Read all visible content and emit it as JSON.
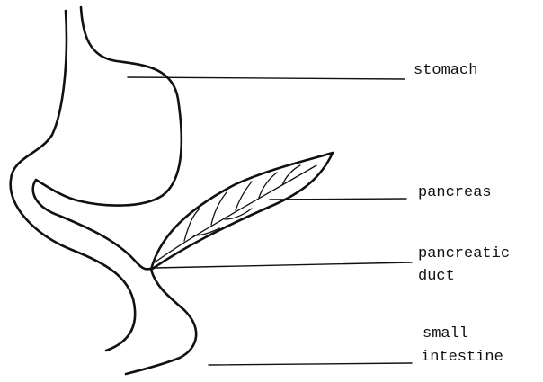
{
  "labels": {
    "stomach": "stomach",
    "pancreas": "pancreas",
    "pancreatic_duct_line1": "pancreatic",
    "pancreatic_duct_line2": "duct",
    "small_intestine_line1": "small",
    "small_intestine_line2": "intestine"
  }
}
